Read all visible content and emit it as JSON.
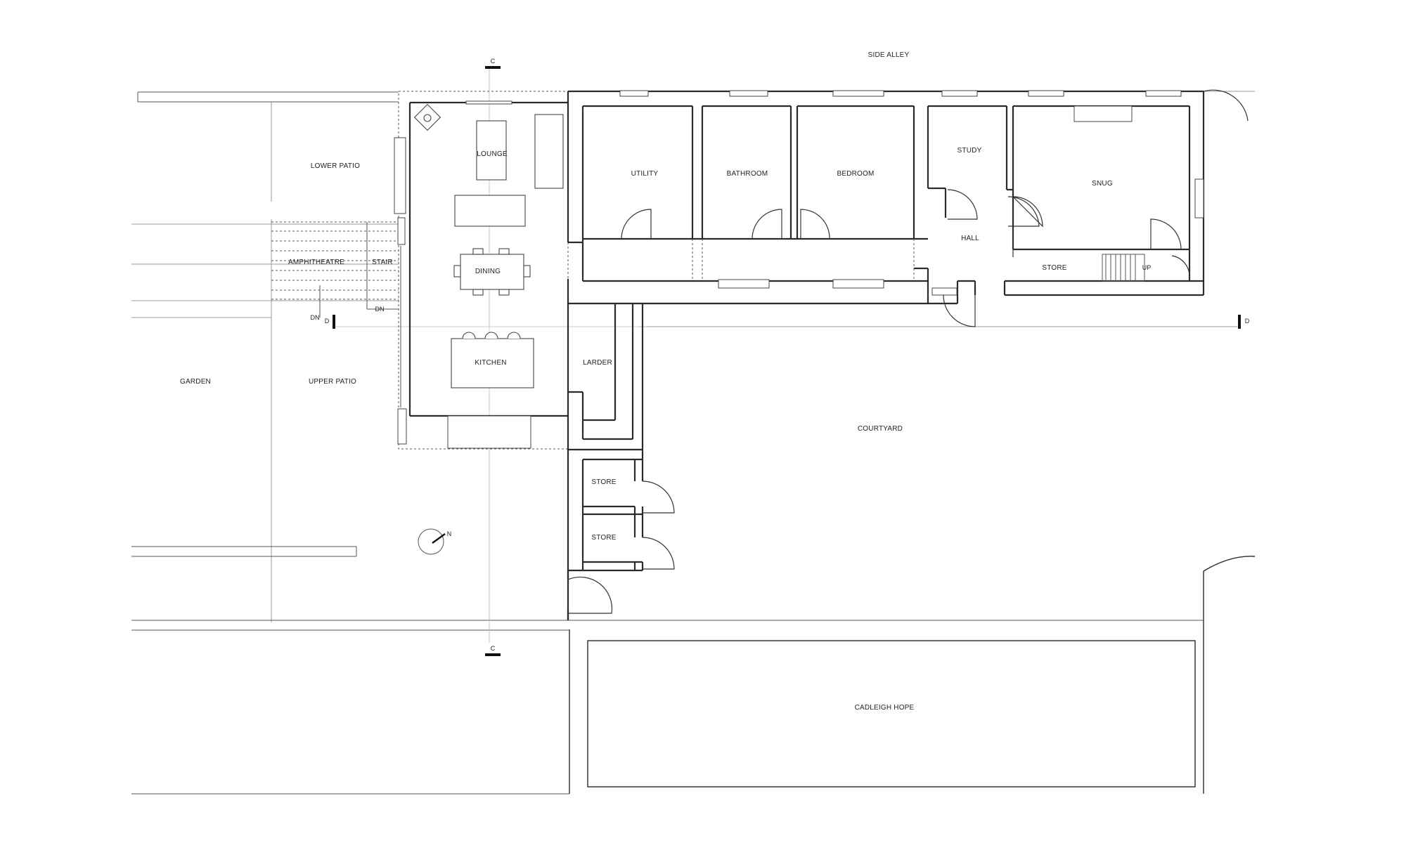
{
  "rooms": {
    "side_alley": "SIDE ALLEY",
    "lower_patio": "LOWER PATIO",
    "lounge": "LOUNGE",
    "utility": "UTILITY",
    "bathroom": "BATHROOM",
    "bedroom": "BEDROOM",
    "study": "STUDY",
    "snug": "SNUG",
    "hall": "HALL",
    "store_main": "STORE",
    "amphitheatre": "AMPHITHEATRE",
    "stair": "STAIR",
    "dining": "DINING",
    "kitchen": "KITCHEN",
    "larder": "LARDER",
    "garden": "GARDEN",
    "upper_patio": "UPPER PATIO",
    "courtyard": "COURTYARD",
    "store_1": "STORE",
    "store_2": "STORE",
    "cadleigh_hope": "CADLEIGH HOPE"
  },
  "annotations": {
    "section_c_top": "C",
    "section_c_bottom": "C",
    "section_d_left": "D",
    "section_d_right": "D",
    "dn_left": "DN",
    "dn_stair": "DN",
    "up": "UP",
    "north": "N"
  }
}
